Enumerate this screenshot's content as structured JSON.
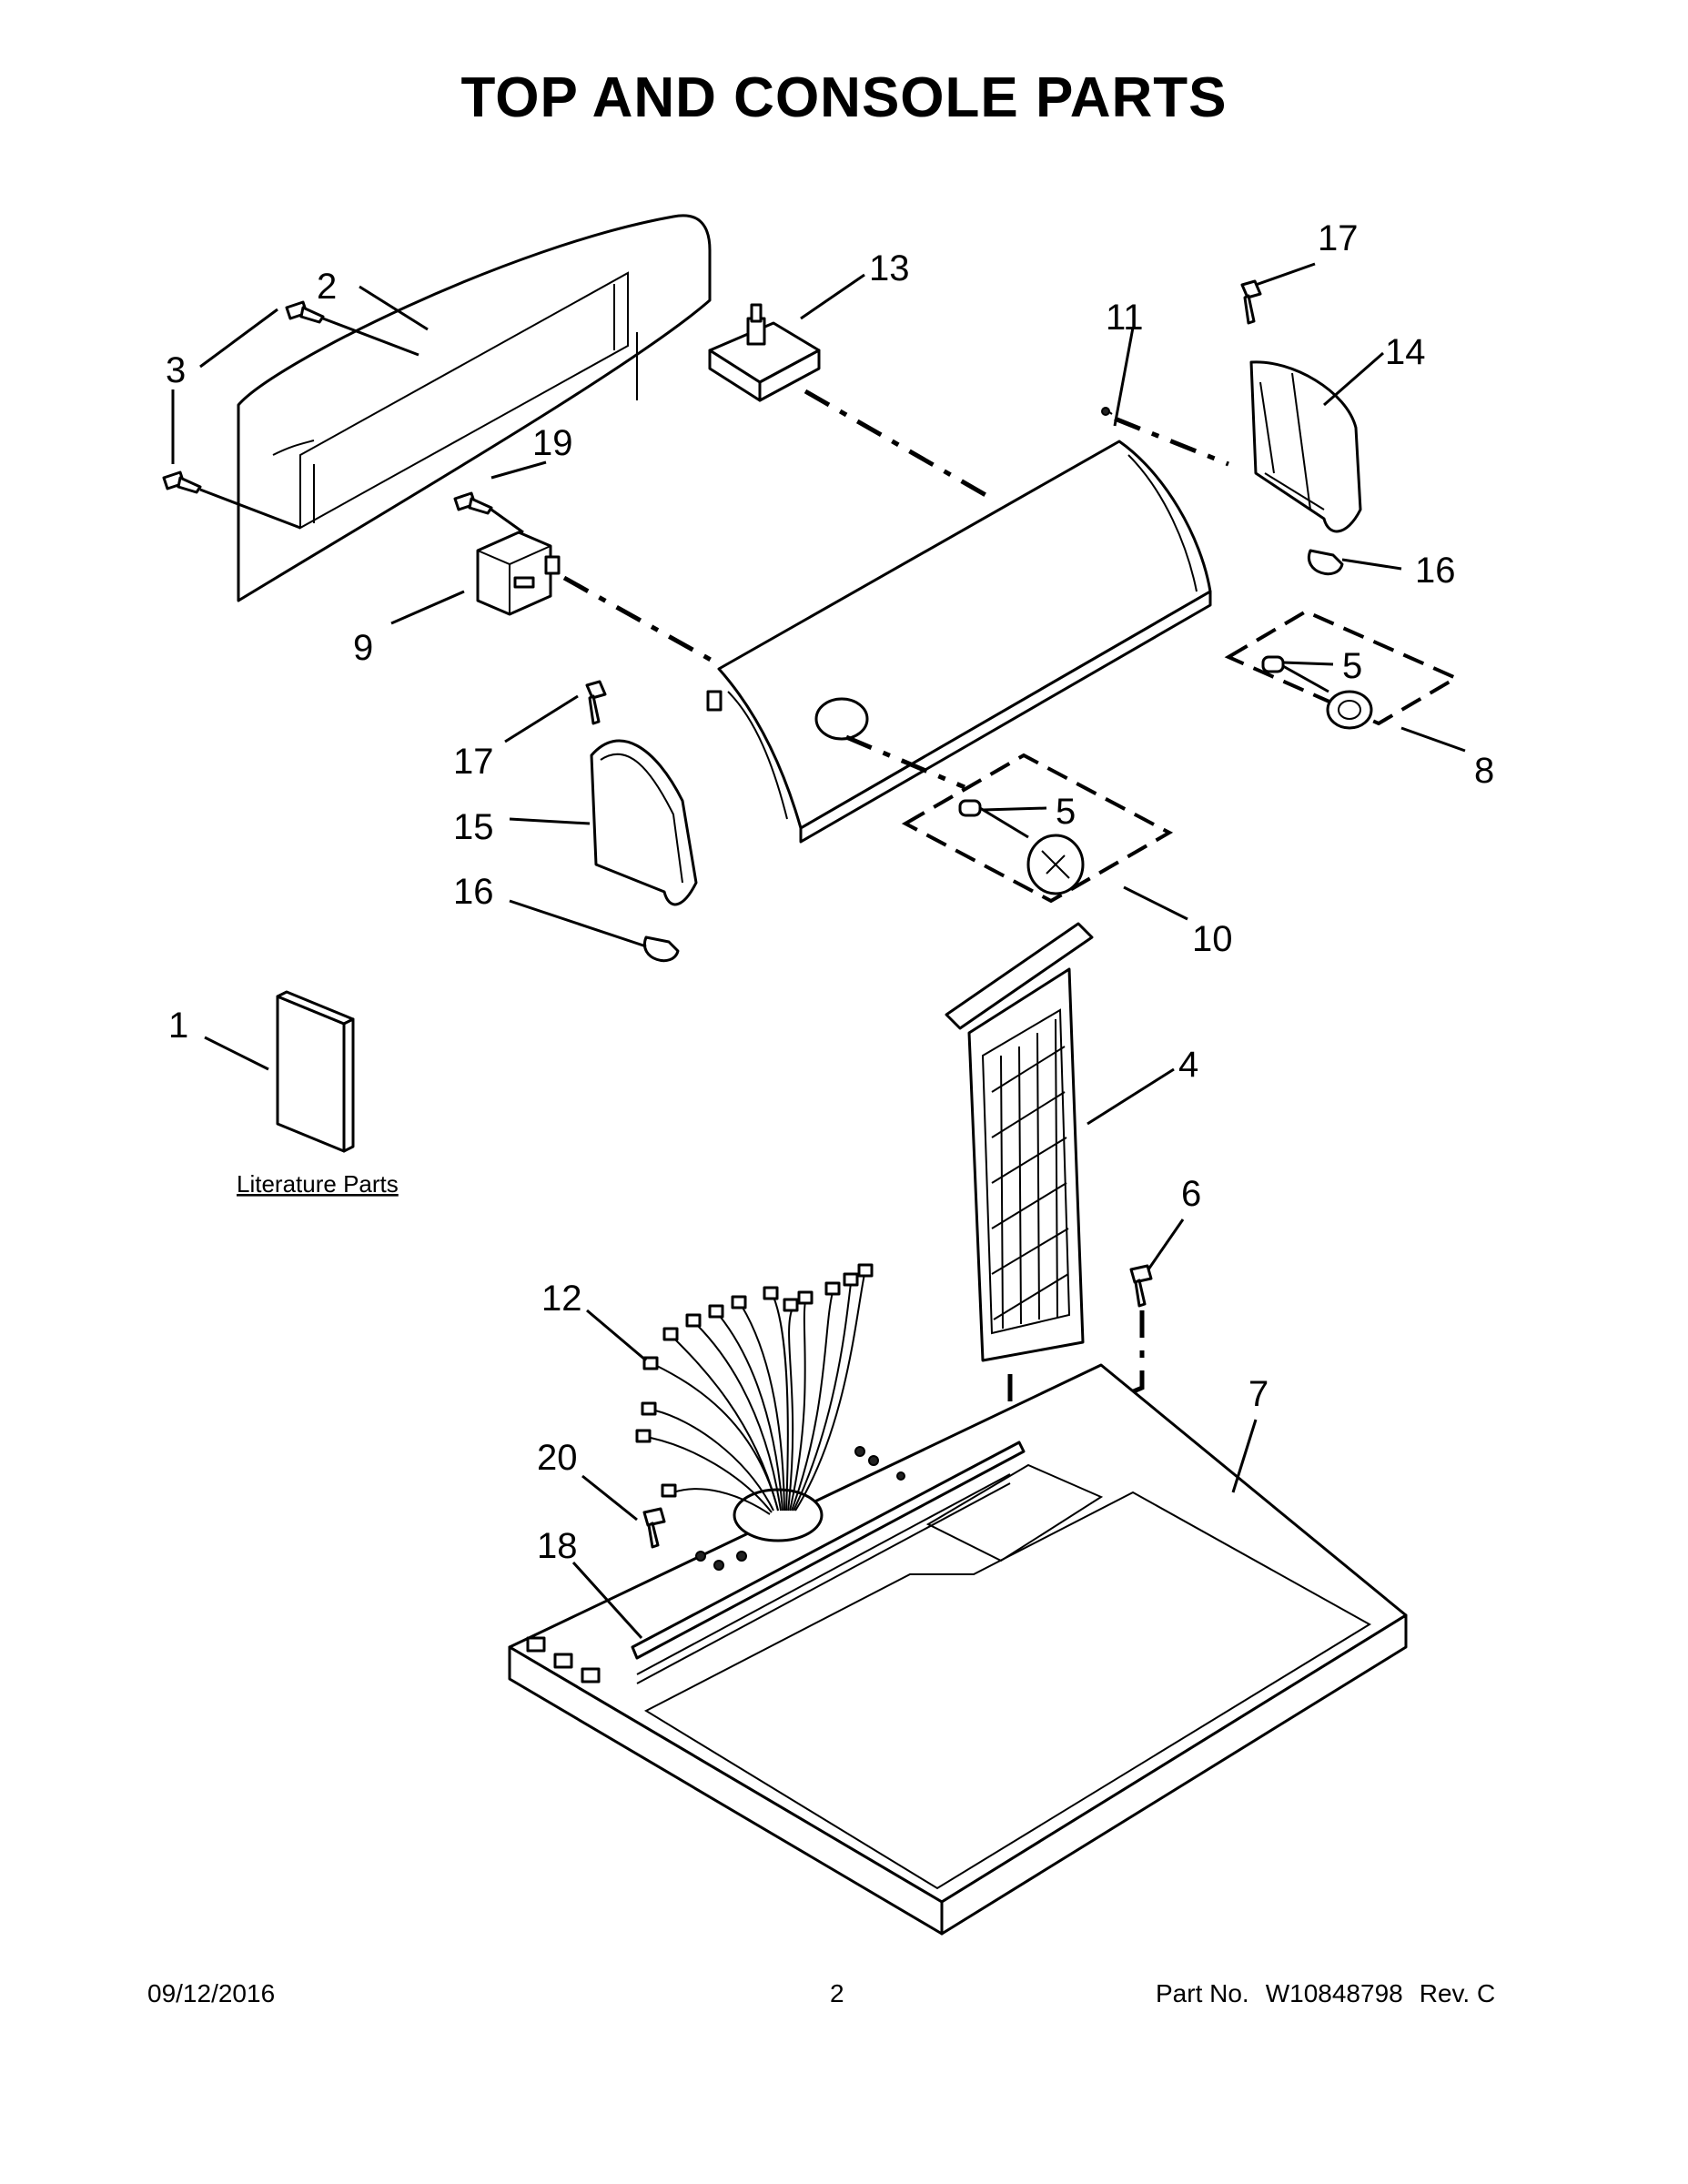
{
  "header": {
    "title": "TOP AND CONSOLE PARTS"
  },
  "callouts": {
    "c1": "1",
    "c2": "2",
    "c3a": "3",
    "c3b": "3",
    "c4": "4",
    "c5a": "5",
    "c5b": "5",
    "c6": "6",
    "c7": "7",
    "c8": "8",
    "c9": "9",
    "c10": "10",
    "c11": "11",
    "c12": "12",
    "c13": "13",
    "c14": "14",
    "c15": "15",
    "c16a": "16",
    "c16b": "16",
    "c17a": "17",
    "c17b": "17",
    "c18": "18",
    "c19": "19",
    "c20": "20"
  },
  "literature": {
    "label": "Literature Parts"
  },
  "footer": {
    "date": "09/12/2016",
    "page": "2",
    "part_label": "Part No.",
    "part_number": "W10848798",
    "revision": "Rev.  C"
  }
}
